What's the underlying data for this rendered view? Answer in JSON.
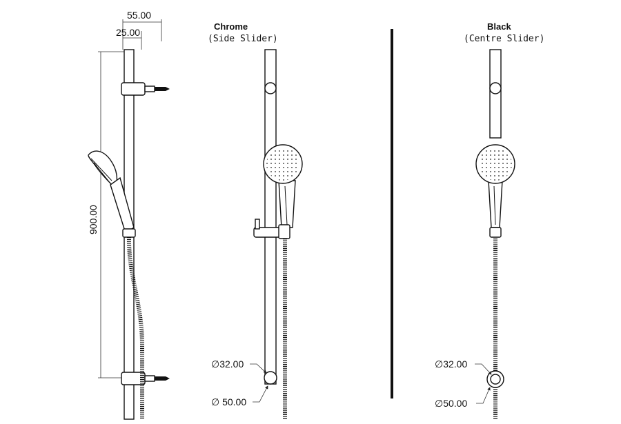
{
  "dimensions": {
    "width_top": "55.00",
    "width_inner": "25.00",
    "height": "900.00",
    "chrome_dia_small": "∅32.00",
    "chrome_dia_large": "∅ 50.00",
    "black_dia_small": "∅32.00",
    "black_dia_large": "∅50.00"
  },
  "variants": {
    "chrome": {
      "title": "Chrome",
      "subtitle": "(Side Slider)"
    },
    "black": {
      "title": "Black",
      "subtitle": "(Centre Slider)"
    }
  }
}
